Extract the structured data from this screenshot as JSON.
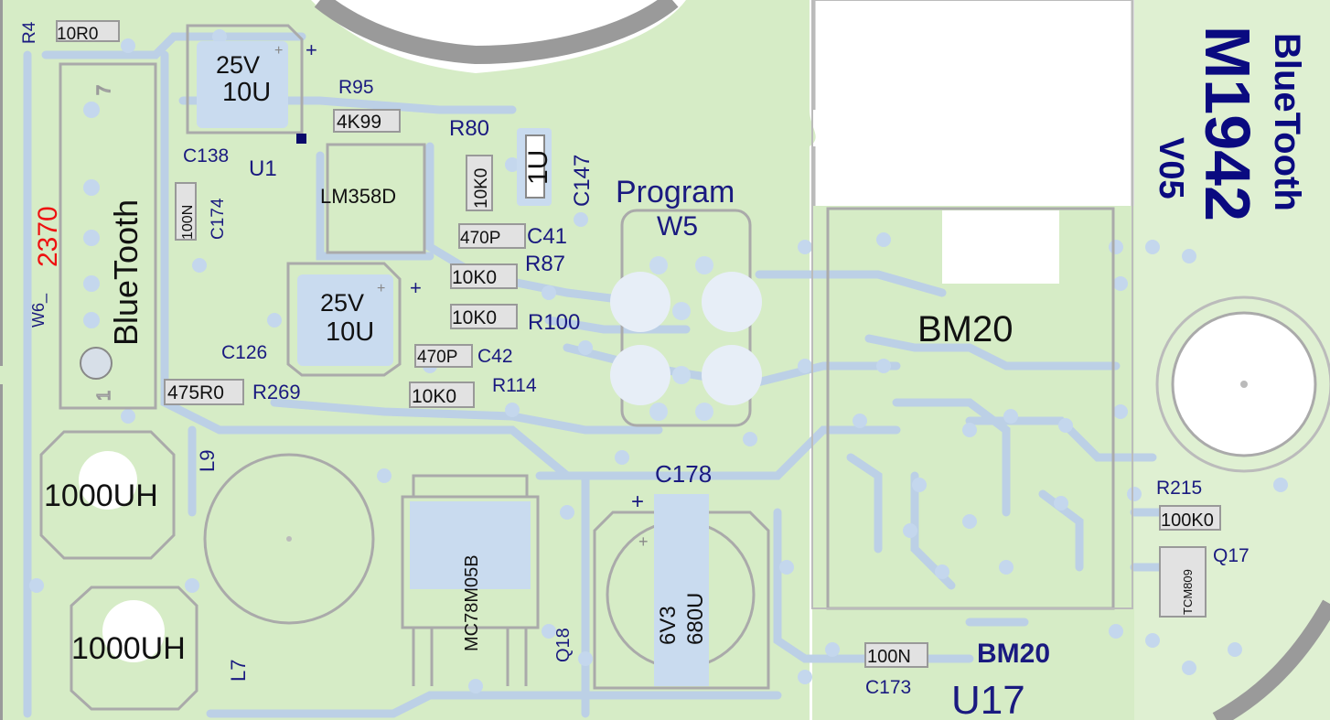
{
  "colors": {
    "background": "#ffffff",
    "copper_fill": "#d6ecc6",
    "copper_fill_light": "#e4f3d8",
    "trace": "#b9cfe4",
    "via": "#c3d6ec",
    "pad": "#c8daef",
    "outline": "#aaaaaa",
    "silk_text": "#101010",
    "label_blue": "#1a1a80",
    "label_red": "#ee1111",
    "edge_gray": "#9a9a9a"
  },
  "branding": {
    "model": "M1942",
    "product": "BlueTooth",
    "version": "V05",
    "net_code": "2370",
    "net_prefix": "W6_"
  },
  "labels": {
    "r4": "R4",
    "r4_value": "10R0",
    "c138_voltage": "25V",
    "c138_value": "10U",
    "c138_plus": "+",
    "c138": "C138",
    "r95": "R95",
    "r95_value": "4K99",
    "r80": "R80",
    "c147_value": "1U",
    "c147": "C147",
    "u1": "U1",
    "u1_part": "LM358D",
    "r80_value": "10K0",
    "c174_value": "100N",
    "c174": "C174",
    "bluetooth_connector": "BlueTooth",
    "pin7": "7",
    "pin1": "1",
    "c41_value": "470P",
    "c41": "C41",
    "r87_value": "10K0",
    "r87": "R87",
    "r100_value": "10K0",
    "r100": "R100",
    "c126_voltage": "25V",
    "c126_value": "10U",
    "c126_plus": "+",
    "c126": "C126",
    "c42_value": "470P",
    "c42": "C42",
    "r114_value": "10K0",
    "r114": "R114",
    "r269_value": "475R0",
    "r269": "R269",
    "program": "Program",
    "w5": "W5",
    "bm20_module": "BM20",
    "bm20_bottom": "BM20",
    "u17": "U17",
    "c173_value": "100N",
    "c173": "C173",
    "l9": "L9",
    "l9_value": "1000UH",
    "l7": "L7",
    "l7_value": "1000UH",
    "regulator": "MC78M05B",
    "q18": "Q18",
    "c178": "C178",
    "c178_plus": "+",
    "c178_voltage": "6V3",
    "c178_value": "680U",
    "r215": "R215",
    "r215_value": "100K0",
    "q17": "Q17",
    "q17_part": "TCM809"
  }
}
